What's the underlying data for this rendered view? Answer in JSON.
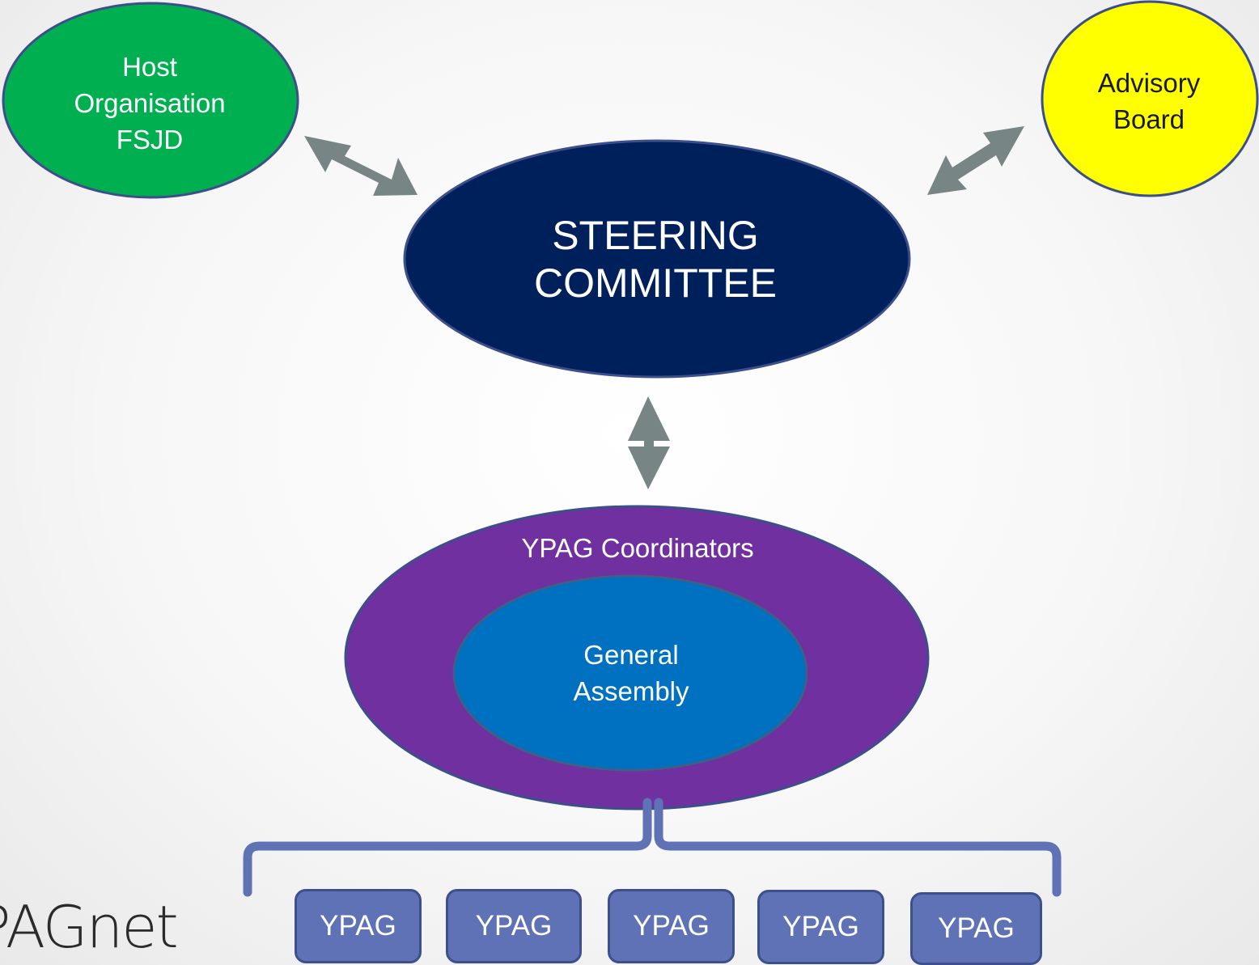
{
  "nodes": {
    "host": {
      "lines": [
        "Host",
        "Organisation",
        "FSJD"
      ],
      "color": "#00b050"
    },
    "advisory": {
      "lines": [
        "Advisory",
        "Board"
      ],
      "color": "#ffff00"
    },
    "steering": {
      "lines": [
        "STEERING",
        "COMMITTEE"
      ],
      "color": "#00205b"
    },
    "coordinators": {
      "label": "YPAG Coordinators",
      "color": "#7030a0"
    },
    "assembly": {
      "lines": [
        "General",
        "Assembly"
      ],
      "color": "#0070c0"
    }
  },
  "ypag_groups": [
    "YPAG",
    "YPAG",
    "YPAG",
    "YPAG",
    "YPAG"
  ],
  "logo": "PAGnet",
  "colors": {
    "arrow": "#778585",
    "bracket": "#5f72b6",
    "outline": "#3d4f8a"
  }
}
